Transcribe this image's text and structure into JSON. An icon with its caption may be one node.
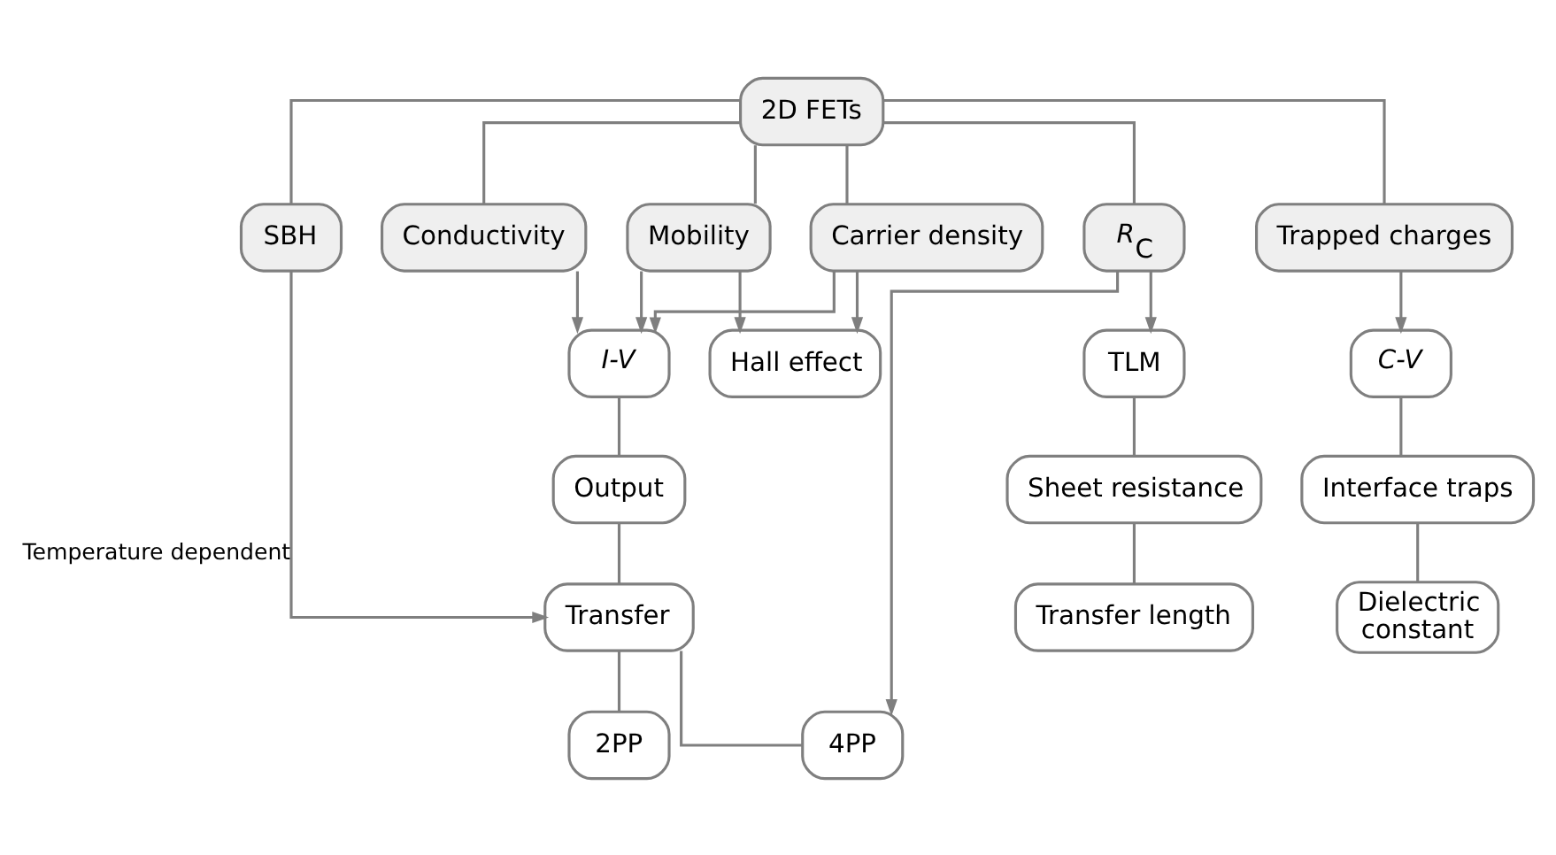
{
  "diagram": {
    "nodes": [
      {
        "text": [
          "2D FETs"
        ]
      },
      {
        "text": [
          "Conductivity"
        ]
      },
      {
        "text": [
          "Carrier density"
        ]
      },
      {
        "text": [
          "Mobility"
        ]
      },
      {
        "text": [
          "SBH"
        ]
      },
      {
        "text": [
          "*R*$_{C}$"
        ]
      },
      {
        "text": [
          "Trapped charges"
        ]
      },
      {
        "text": [
          "I-V"
        ]
      },
      {
        "text": [
          "Hall effect"
        ]
      },
      {
        "text": [
          "TLM"
        ]
      },
      {
        "text": [
          "C-V"
        ]
      },
      {
        "text": [
          "Output"
        ]
      },
      {
        "text": [
          "Sheet resistance"
        ]
      },
      {
        "text": [
          "Interface traps"
        ]
      },
      {
        "text": [
          "Transfer"
        ]
      },
      {
        "text": [
          "Transfer length"
        ]
      },
      {
        "text": [
          "Dielectric constant"
        ]
      },
      {
        "text": [
          "2PP"
        ]
      },
      {
        "text": [
          "4PP"
        ]
      }
    ],
    "edges": [
      {
        "from": 0,
        "to": 1,
        "arrow": "none"
      },
      {
        "from": 0,
        "to": 2,
        "arrow": "none"
      },
      {
        "from": 0,
        "to": 3,
        "arrow": "none"
      },
      {
        "from": 0,
        "to": 4,
        "arrow": "none"
      },
      {
        "from": 0,
        "to": 5,
        "arrow": "none"
      },
      {
        "from": 0,
        "to": 6,
        "arrow": "none"
      },
      {
        "from": 1,
        "to": 7,
        "arrow": "to"
      },
      {
        "from": 2,
        "to": 7,
        "arrow": "to"
      },
      {
        "from": 2,
        "to": 8,
        "arrow": "to"
      },
      {
        "from": 3,
        "to": 8,
        "arrow": "to"
      },
      {
        "from": 3,
        "to": 7,
        "arrow": "to"
      },
      {
        "from": 4,
        "to": 14,
        "arrow": "to",
        "label": "Temperature dependent"
      },
      {
        "from": 5,
        "to": 9,
        "arrow": "to"
      },
      {
        "from": 5,
        "to": 18,
        "arrow": "to"
      },
      {
        "from": 6,
        "to": 10,
        "arrow": "to"
      },
      {
        "from": 7,
        "to": 11,
        "arrow": "none"
      },
      {
        "from": 11,
        "to": 14,
        "arrow": "none"
      },
      {
        "from": 14,
        "to": 17,
        "arrow": "none"
      },
      {
        "from": 14,
        "to": 18,
        "arrow": "none"
      },
      {
        "from": 9,
        "to": 12,
        "arrow": "none"
      },
      {
        "from": 12,
        "to": 15,
        "arrow": "none"
      },
      {
        "from": 10,
        "to": 13,
        "arrow": "none"
      },
      {
        "from": 13,
        "to": 16,
        "arrow": "none"
      }
    ]
  }
}
